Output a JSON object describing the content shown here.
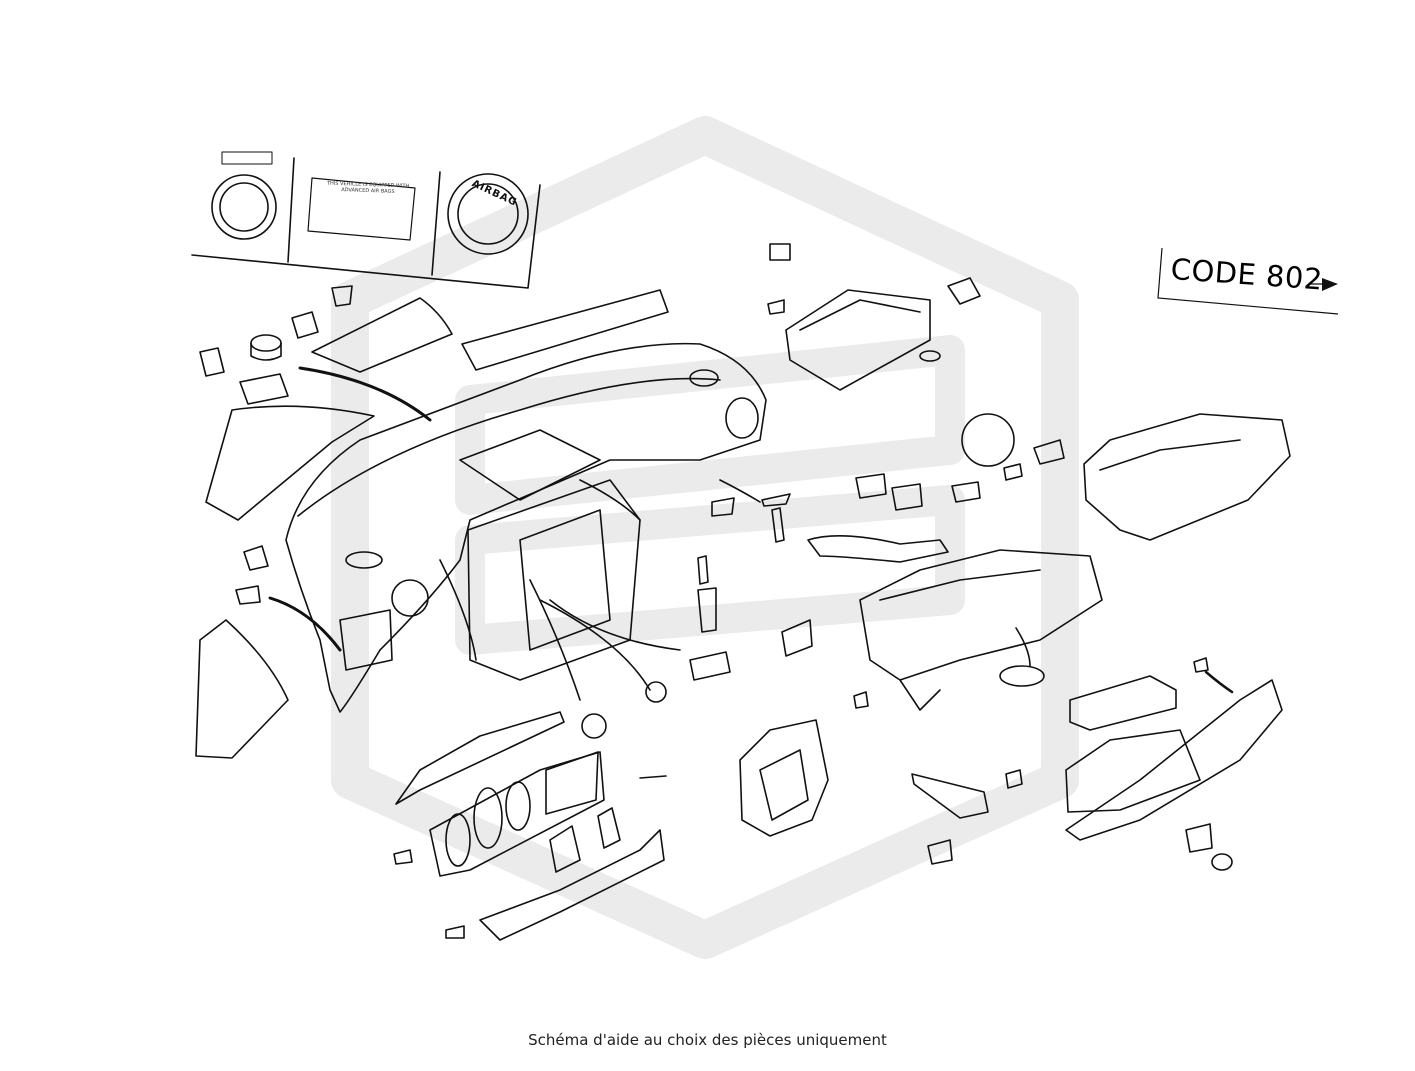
{
  "code_label": "CODE 802",
  "caption": "Schéma d'aide au choix des pièces uniquement",
  "labels": {
    "warning_line1": "THIS VEHICLE IS EQUIPPED WITH",
    "warning_line2": "ADVANCED AIR BAGS",
    "airbag_word": "AIRBAG"
  },
  "colors": {
    "watermark": "#ebebeb",
    "line": "#111111",
    "background": "#ffffff"
  }
}
